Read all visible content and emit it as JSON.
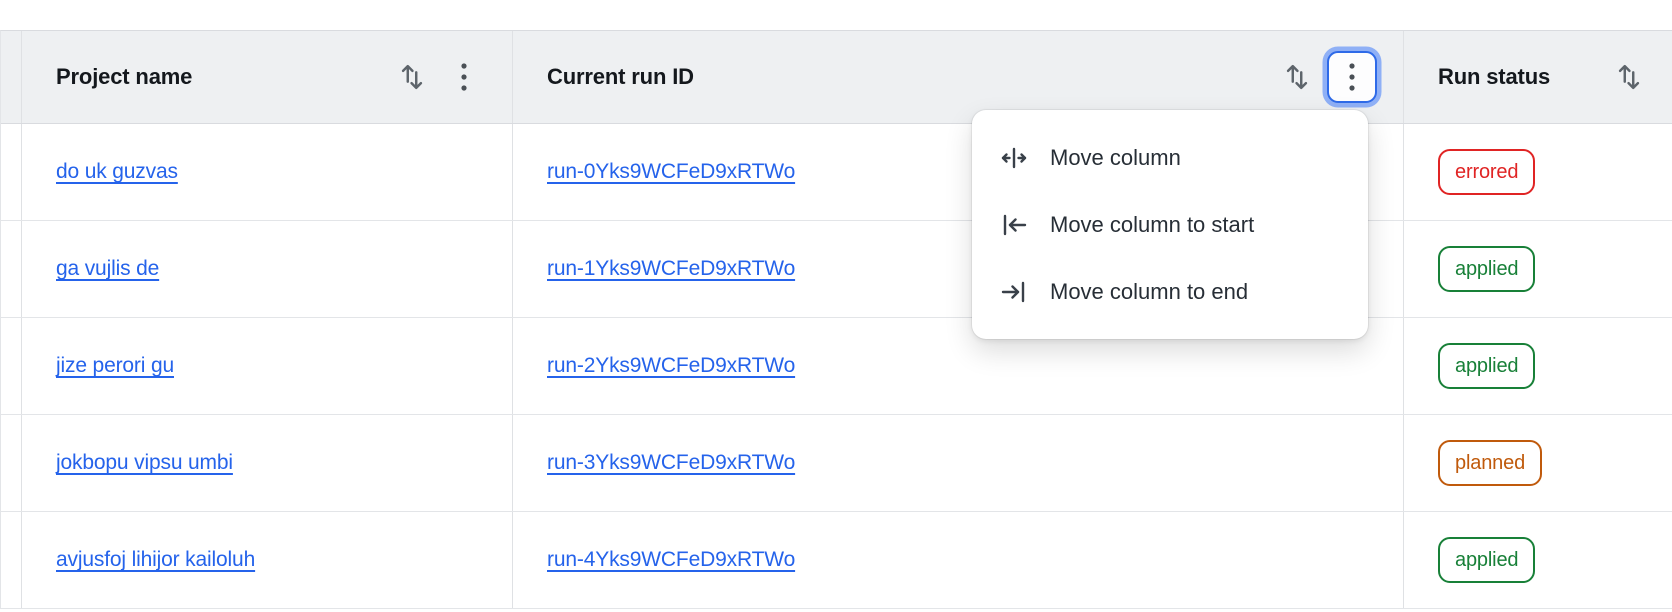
{
  "table": {
    "columns": [
      {
        "label": "Project name"
      },
      {
        "label": "Current run ID"
      },
      {
        "label": "Run status"
      }
    ],
    "rows": [
      {
        "project": "do uk guzvas",
        "run_id": "run-0Yks9WCFeD9xRTWo",
        "status": "errored"
      },
      {
        "project": "ga vujlis de",
        "run_id": "run-1Yks9WCFeD9xRTWo",
        "status": "applied"
      },
      {
        "project": "jize perori gu",
        "run_id": "run-2Yks9WCFeD9xRTWo",
        "status": "applied"
      },
      {
        "project": "jokbopu vipsu umbi",
        "run_id": "run-3Yks9WCFeD9xRTWo",
        "status": "planned"
      },
      {
        "project": "avjusfoj lihijor kailoluh",
        "run_id": "run-4Yks9WCFeD9xRTWo",
        "status": "applied"
      }
    ]
  },
  "column_menu": {
    "items": [
      {
        "label": "Move column",
        "icon": "move-column-icon"
      },
      {
        "label": "Move column to start",
        "icon": "move-column-to-start-icon"
      },
      {
        "label": "Move column to end",
        "icon": "move-column-to-end-icon"
      }
    ]
  },
  "icons": {
    "sort": "up-down-arrows-icon",
    "column_options": "kebab-vertical-dots-icon"
  },
  "colors": {
    "link": "#2563eb",
    "header_bg": "#eef0f2",
    "border": "#dfe1e4",
    "focus_ring_inner": "#2e6ae8",
    "focus_ring_outer": "#8fb0f6",
    "status": {
      "errored": "#e02424",
      "applied": "#188038",
      "planned": "#c05a0c"
    }
  }
}
